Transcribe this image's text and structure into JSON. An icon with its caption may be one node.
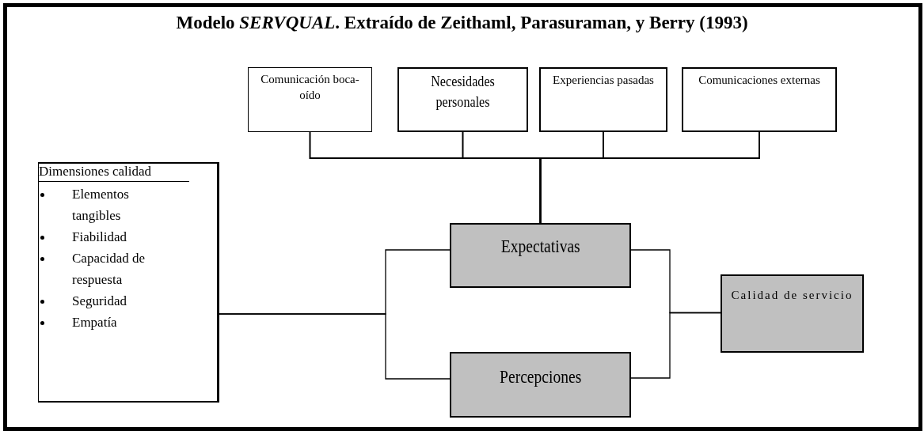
{
  "diagram": {
    "title": "Modelo *SERVQUAL*. Extraído de Zeithaml, Parasuraman, y Berry (1993)",
    "nodes": [
      {
        "text": [
          "Comunicación boca-oído"
        ]
      },
      {
        "text": [
          "Necesidades personales"
        ]
      },
      {
        "text": [
          "Experiencias pasadas"
        ]
      },
      {
        "text": [
          "Comunicaciones externas"
        ]
      },
      {
        "text": [
          "Dimensiones calidad",
          "Elementos tangibles",
          "Fiabilidad",
          "Capacidad de respuesta",
          "Seguridad",
          "Empatía"
        ]
      },
      {
        "text": [
          "Expectativas"
        ]
      },
      {
        "text": [
          "Percepciones"
        ]
      },
      {
        "text": [
          "Calidad de servicio"
        ]
      }
    ],
    "edges": [
      {
        "from": 0,
        "to": 5,
        "arrow": "none"
      },
      {
        "from": 1,
        "to": 5,
        "arrow": "none"
      },
      {
        "from": 2,
        "to": 5,
        "arrow": "none"
      },
      {
        "from": 3,
        "to": 5,
        "arrow": "none"
      },
      {
        "from": 4,
        "to": 5,
        "arrow": "none"
      },
      {
        "from": 4,
        "to": 6,
        "arrow": "none"
      },
      {
        "from": 5,
        "to": 7,
        "arrow": "none"
      },
      {
        "from": 6,
        "to": 7,
        "arrow": "none"
      }
    ]
  }
}
